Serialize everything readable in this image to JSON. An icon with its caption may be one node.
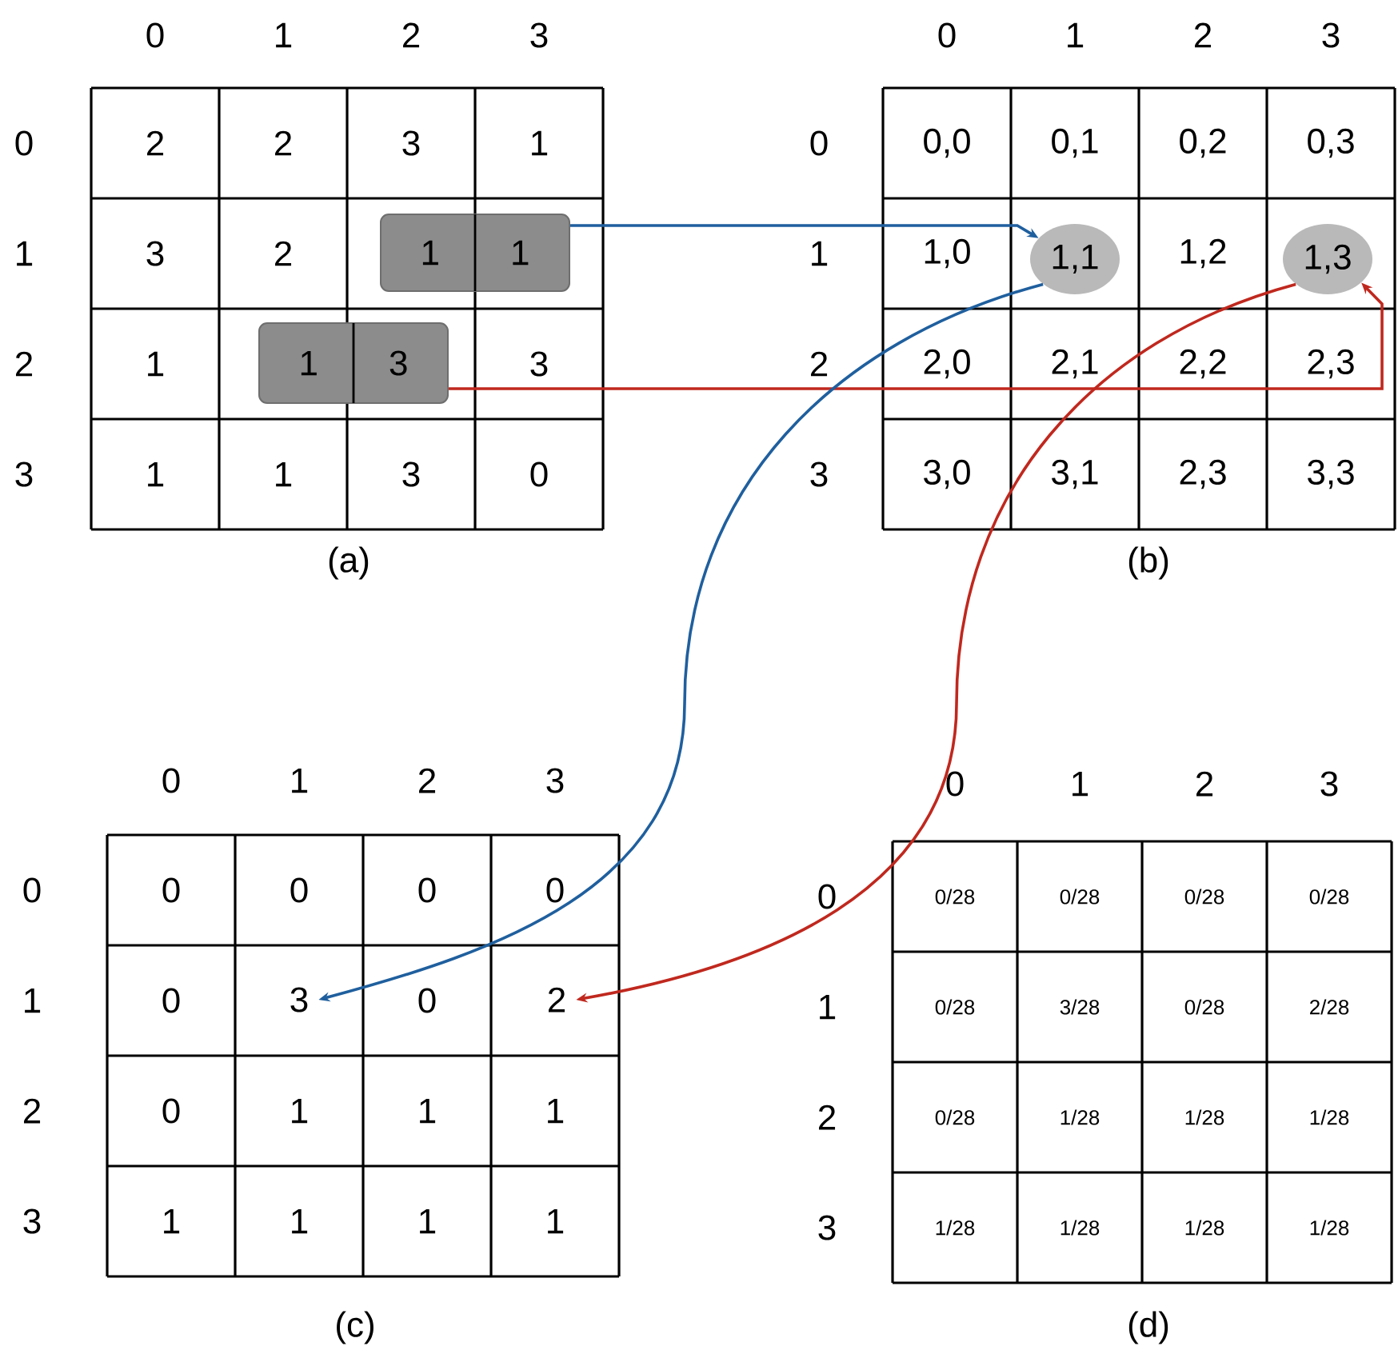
{
  "diagram": {
    "nodes": [
      {
        "text": [
          "1",
          "1"
        ]
      },
      {
        "text": [
          "1",
          "3"
        ]
      },
      {
        "text": [
          "1,1"
        ]
      },
      {
        "text": [
          "1,3"
        ]
      },
      {
        "text": [
          "3"
        ]
      },
      {
        "text": [
          "2"
        ]
      }
    ],
    "edges": [
      {
        "from": 0,
        "to": 2,
        "arrow": "to",
        "color": "#1f5f9e"
      },
      {
        "from": 1,
        "to": 3,
        "arrow": "to",
        "color": "#c0281e"
      },
      {
        "from": 2,
        "to": 4,
        "arrow": "to",
        "color": "#1f5f9e"
      },
      {
        "from": 3,
        "to": 5,
        "arrow": "to",
        "color": "#c0281e"
      }
    ],
    "labels": [
      "0",
      "1",
      "2",
      "3",
      "0",
      "2",
      "2",
      "3",
      "1",
      "1",
      "3",
      "2",
      "2",
      "1",
      "3",
      "3",
      "1",
      "1",
      "3",
      "0",
      "(a)",
      "0",
      "1",
      "2",
      "3",
      "0",
      "0,0",
      "0,1",
      "0,2",
      "0,3",
      "1",
      "1,0",
      "1,2",
      "2",
      "2,0",
      "2,1",
      "2,2",
      "2,3",
      "3",
      "3,0",
      "3,1",
      "2,3",
      "3,3",
      "(b)",
      "0",
      "1",
      "2",
      "3",
      "0",
      "0",
      "0",
      "0",
      "0",
      "1",
      "0",
      "0",
      "2",
      "0",
      "1",
      "1",
      "1",
      "3",
      "1",
      "1",
      "1",
      "1",
      "(c)",
      "0",
      "1",
      "2",
      "3",
      "0",
      "0/28",
      "0/28",
      "0/28",
      "0/28",
      "1",
      "0/28",
      "3/28",
      "0/28",
      "2/28",
      "2",
      "0/28",
      "1/28",
      "1/28",
      "1/28",
      "3",
      "1/28",
      "1/28",
      "1/28",
      "1/28",
      "(d)"
    ]
  }
}
